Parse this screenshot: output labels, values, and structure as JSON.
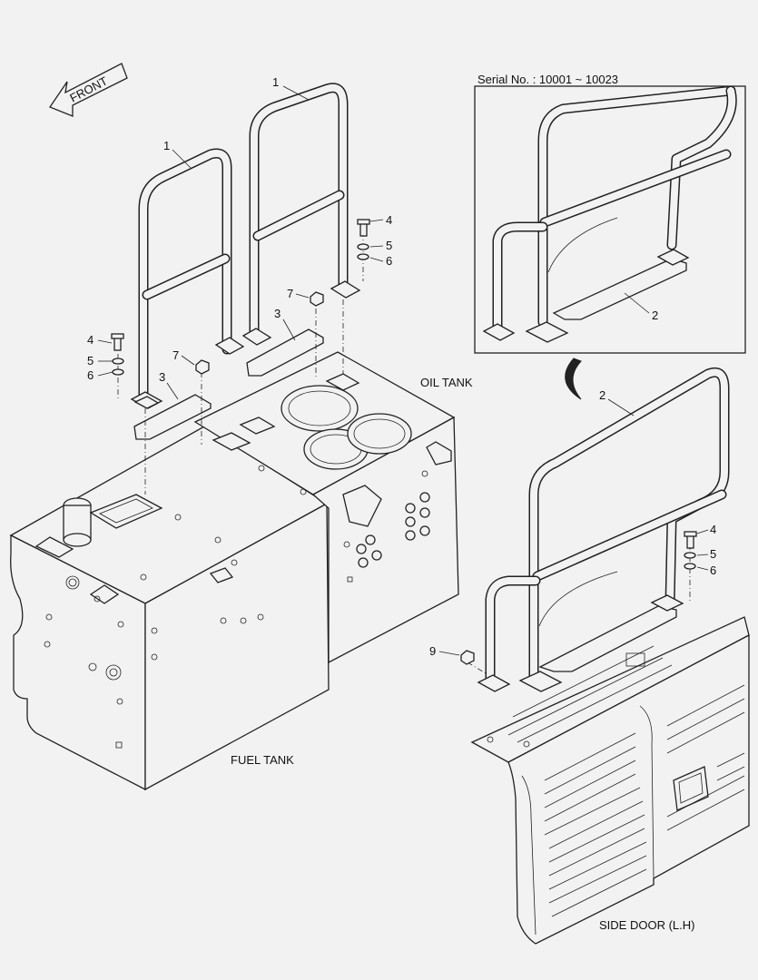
{
  "front_label": "FRONT",
  "serial_label": "Serial No. : 10001 ~ 10023",
  "tank_labels": {
    "oil_tank": "OIL TANK",
    "fuel_tank": "FUEL TANK",
    "side_door": "SIDE DOOR (L.H)"
  },
  "callouts": {
    "n1a": "1",
    "n1b": "1",
    "n2_inset": "2",
    "n2_main": "2",
    "n3a": "3",
    "n3b": "3",
    "n4a": "4",
    "n5a": "5",
    "n6a": "6",
    "n4b": "4",
    "n5b": "5",
    "n6b": "6",
    "n4c": "4",
    "n5c": "5",
    "n6c": "6",
    "n7a": "7",
    "n7b": "7",
    "n9": "9"
  }
}
